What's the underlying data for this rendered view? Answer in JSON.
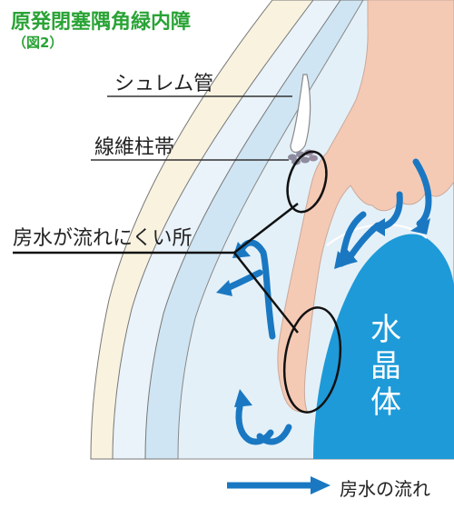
{
  "title": "原発閉塞隅角緑内障",
  "subtitle": "（図2）",
  "labels": {
    "schlemm": "シュレム管",
    "trabecular": "線維柱帯",
    "poor_flow": "房水が流れにくい所"
  },
  "lens_label": [
    "水",
    "晶",
    "体"
  ],
  "legend": {
    "flow": "房水の流れ"
  },
  "colors": {
    "title": "#2aa336",
    "flow_arrow": "#1a78c2",
    "lens": "#1e9ad8",
    "iris": "#f5cab5",
    "cornea_light": "#eaf3fa",
    "cornea_mid": "#cfe5f3",
    "sclera_cream": "#f8f2df"
  }
}
